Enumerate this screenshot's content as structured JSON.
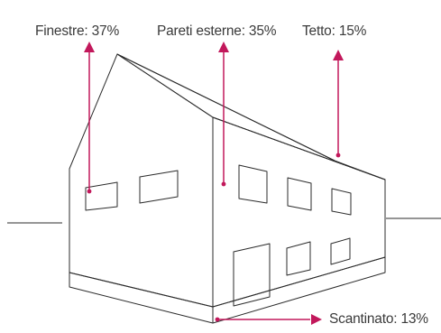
{
  "labels": {
    "finestre": "Finestre: 37%",
    "pareti": "Pareti esterne: 35%",
    "tetto": "Tetto: 15%",
    "scantinato": "Scantinato: 13%"
  },
  "colors": {
    "line": "#2b2b2b",
    "accent": "#c2185b",
    "text": "#3a3a3a"
  }
}
